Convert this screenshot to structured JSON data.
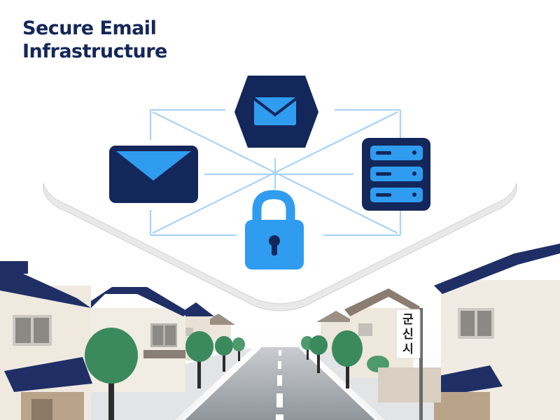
{
  "title": {
    "line1": "Secure Email",
    "line2": "Infrastructure"
  },
  "street_sign": {
    "chars": [
      "군",
      "신",
      "시"
    ]
  },
  "icons": [
    "hexagon-mail-icon",
    "envelope-icon",
    "server-icon",
    "padlock-icon"
  ],
  "colors": {
    "navy": "#14275a",
    "blue": "#2f9cf0",
    "light_blue": "#a9d3f5",
    "tree_green": "#3a8a5e",
    "road_gray": "#9aa0a6"
  }
}
